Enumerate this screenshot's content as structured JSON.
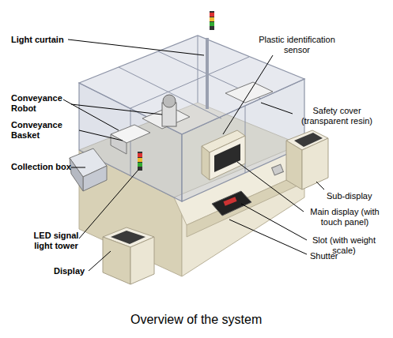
{
  "diagram": {
    "caption": "Overview of the system",
    "labels": [
      "Light curtain",
      "Plastic identification sensor",
      "Conveyance Robot",
      "Safety cover (transparent resin)",
      "Conveyance Basket",
      "Collection box",
      "Sub-display",
      "Main display (with touch panel)",
      "LED signal light tower",
      "Slot (with weight scale)",
      "Shutter",
      "Display"
    ]
  }
}
